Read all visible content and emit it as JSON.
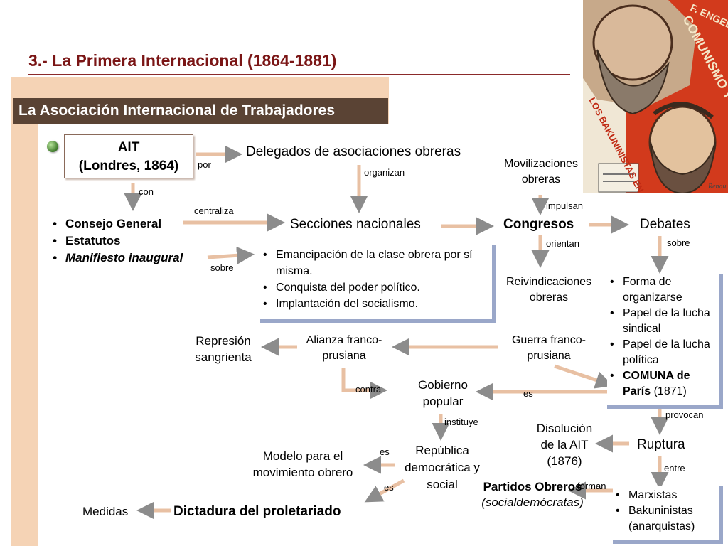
{
  "title": "3.- La Primera Internacional (1864-1881)",
  "subtitle": "La Asociación Internacional de Trabajadores",
  "poster": {
    "author": "F. ENGELS",
    "book_title": "COMUNISMO Y BAKUNINISMO",
    "banner": "LOS BAKUNINISTAS EN ACCIÓN",
    "signature": "Renau"
  },
  "nodes": {
    "ait_line1": "AIT",
    "ait_line2": "(Londres, 1864)",
    "delegados": "Delegados de asociaciones obreras",
    "movilizaciones": "Movilizaciones obreras",
    "secciones": "Secciones nacionales",
    "congresos": "Congresos",
    "debates": "Debates",
    "reivindicaciones": "Reivindicaciones obreras",
    "represion": "Represión sangrienta",
    "alianza": "Alianza franco-prusiana",
    "guerra": "Guerra franco-prusiana",
    "gobierno": "Gobierno popular",
    "disolucion": "Disolución de la AIT (1876)",
    "ruptura": "Ruptura",
    "modelo": "Modelo para el movimiento obrero",
    "republica": "República democrática y social",
    "partidos_line1": "Partidos Obreros",
    "partidos_line2": "(socialdemócratas)",
    "medidas": "Medidas",
    "dictadura": "Dictadura del proletariado"
  },
  "ait_list": [
    "Consejo General",
    "Estatutos",
    "Manifiesto inaugural"
  ],
  "sobre_list": [
    "Emancipación de la clase obrera por sí misma.",
    "Conquista del poder político.",
    "Implantación del socialismo."
  ],
  "debates_list": {
    "items": [
      "Forma de organizarse",
      "Papel de la lucha sindical",
      "Papel de la lucha política"
    ],
    "last_bold": "COMUNA de París",
    "last_rest": "(1871)"
  },
  "ruptura_list": [
    "Marxistas",
    "Bakuninistas (anarquistas)"
  ],
  "labels": {
    "por": "por",
    "con": "con",
    "organizan": "organizan",
    "centraliza": "centraliza",
    "sobre1": "sobre",
    "impulsan": "impulsan",
    "orientan": "orientan",
    "sobre2": "sobre",
    "contra": "contra",
    "es1": "es",
    "instituye": "instituye",
    "provocan": "provocan",
    "es2": "es",
    "es3": "es",
    "entre": "entre",
    "forman": "forman"
  },
  "colors": {
    "title": "#7a1515",
    "subtitle_bg": "#5a4334",
    "accent_bar": "#f5d3b5",
    "arrow": "#e8c0a3",
    "box_shadow": "#9aa7c9"
  }
}
